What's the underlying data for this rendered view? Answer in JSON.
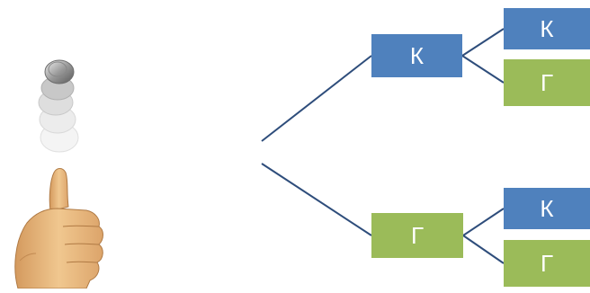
{
  "tree": {
    "level1": [
      {
        "label": "К",
        "color": "#4f81bd"
      },
      {
        "label": "Г",
        "color": "#9bbb59"
      }
    ],
    "level2": [
      {
        "label": "К",
        "color": "#4f81bd"
      },
      {
        "label": "Г",
        "color": "#9bbb59"
      },
      {
        "label": "К",
        "color": "#4f81bd"
      },
      {
        "label": "Г",
        "color": "#9bbb59"
      }
    ],
    "edge_color": "#2e4d7b"
  },
  "illustration": {
    "icons": [
      "coin-toss-icon",
      "thumbs-up-hand-icon"
    ]
  }
}
